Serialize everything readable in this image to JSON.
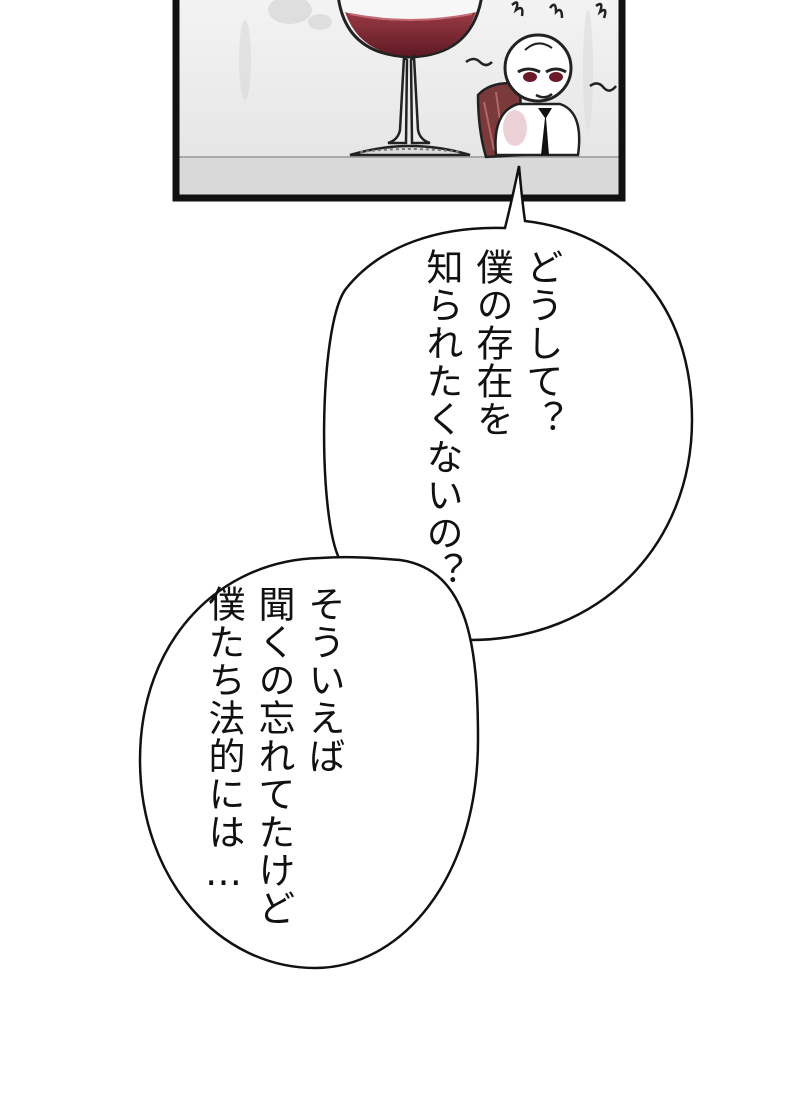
{
  "colors": {
    "panel_border": "#111111",
    "panel_background": "#e9e9e9",
    "wine": "#7a2530",
    "chair": "#7a3a3a",
    "bubble_fill": "#ffffff",
    "bubble_stroke": "#111111"
  },
  "icons": {
    "wine_glass": "wine-glass-icon",
    "character": "character-icon",
    "chair": "chair-icon"
  },
  "speech": {
    "top": {
      "lines": [
        "どうして？",
        "僕の存在を",
        "知られたくないの？"
      ]
    },
    "bottom": {
      "lines": [
        "そういえば",
        "聞くの忘れてたけど",
        "僕たち法的には…"
      ]
    }
  }
}
